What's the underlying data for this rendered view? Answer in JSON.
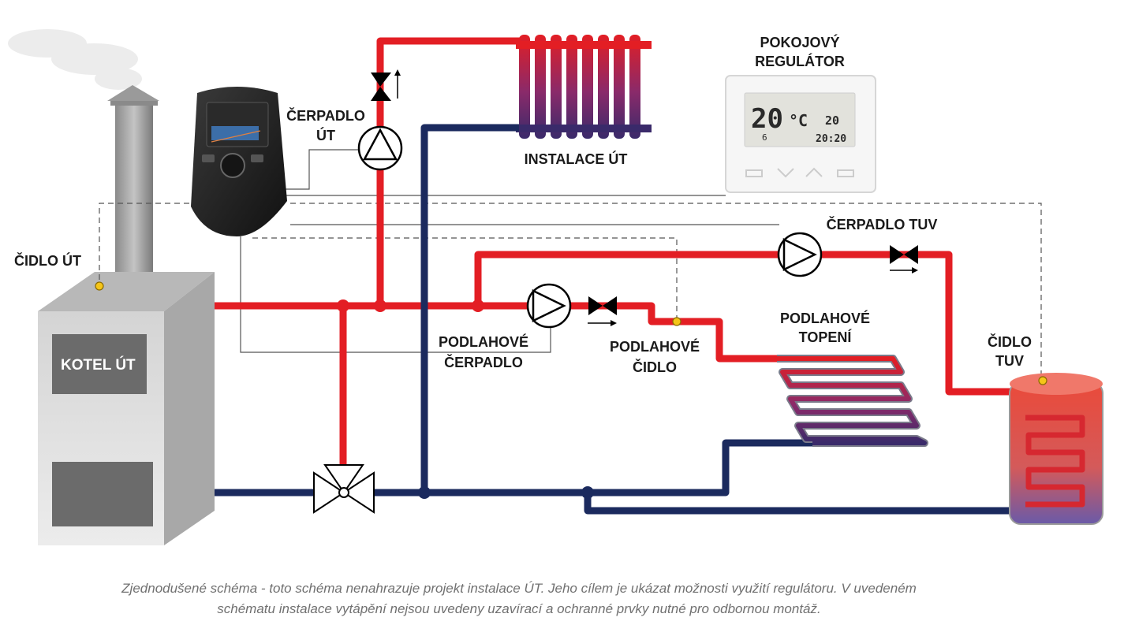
{
  "labels": {
    "room_regulator_line1": "POKOJOVÝ",
    "room_regulator_line2": "REGULÁTOR",
    "pump_ch_line1": "ČERPADLO",
    "pump_ch_line2": "ÚT",
    "ch_installation": "INSTALACE ÚT",
    "ch_sensor": "ČIDLO ÚT",
    "boiler": "KOTEL ÚT",
    "dhw_pump": "ČERPADLO TUV",
    "floor_heating_line1": "PODLAHOVÉ",
    "floor_heating_line2": "TOPENÍ",
    "floor_pump_line1": "PODLAHOVÉ",
    "floor_pump_line2": "ČERPADLO",
    "floor_sensor_line1": "PODLAHOVÉ",
    "floor_sensor_line2": "ČIDLO",
    "dhw_sensor_line1": "ČIDLO",
    "dhw_sensor_line2": "TUV"
  },
  "thermostat_display": {
    "temperature": "20",
    "unit": "°C",
    "setpoint": "20",
    "day": "6",
    "time": "20:20"
  },
  "caption": {
    "line1": "Zjednodušené schéma - toto schéma nenahrazuje projekt instalace ÚT. Jeho cílem je ukázat možnosti využití regulátoru. V uvedeném",
    "line2": "schématu instalace vytápění nejsou uvedeny uzavírací a ochranné prvky nutné pro odbornou montáž."
  },
  "colors": {
    "supply_pipe": "#e31e24",
    "return_pipe": "#1b2a5e",
    "boiler_body": "#c8c8c8",
    "boiler_panel": "#6b6b6b",
    "sensor": "#f5c518"
  }
}
